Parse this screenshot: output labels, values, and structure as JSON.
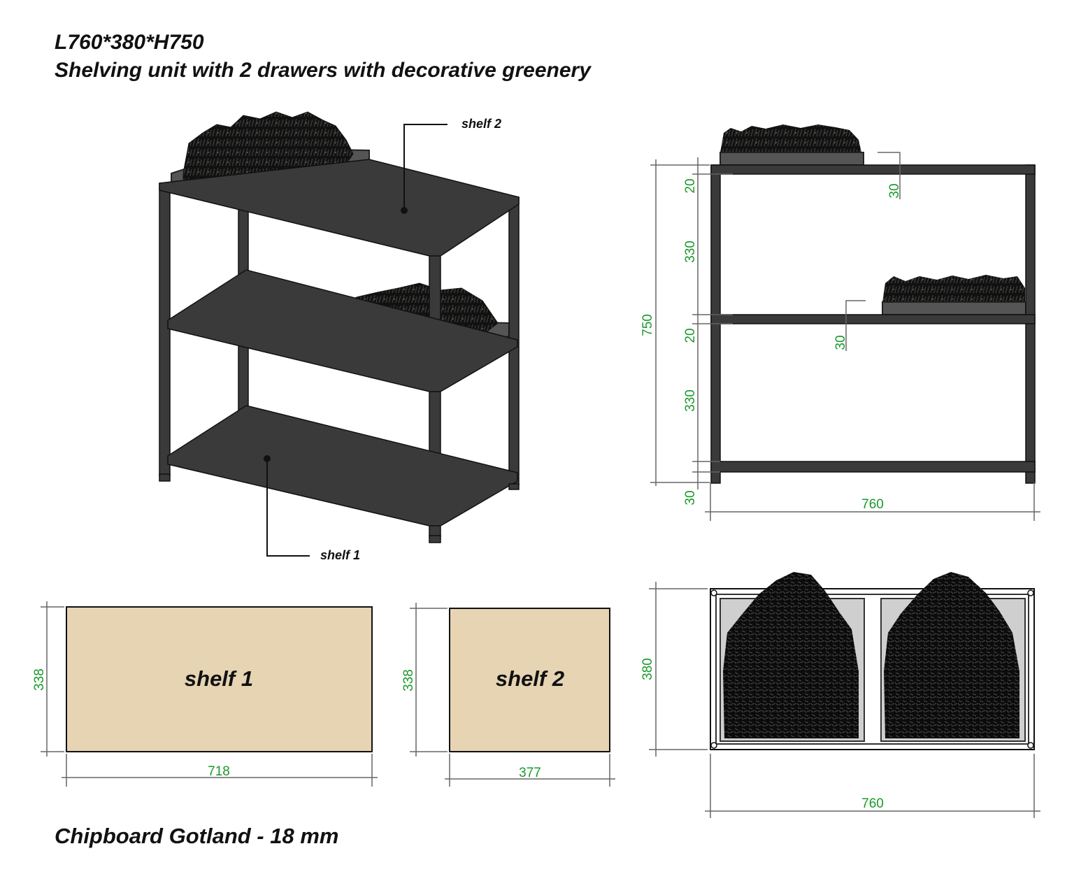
{
  "header": {
    "dimensions": "L760*380*H750",
    "description": "Shelving unit with 2 drawers with decorative greenery"
  },
  "callouts": {
    "shelf2": "shelf 2",
    "shelf1": "shelf 1"
  },
  "front_view": {
    "overall_height": "750",
    "seg_top_gap": "20",
    "seg_upper": "330",
    "seg_mid_gap": "20",
    "seg_lower": "330",
    "seg_bottom": "30",
    "tray_offset_top": "30",
    "tray_offset_mid": "30",
    "width": "760"
  },
  "panels": [
    {
      "label": "shelf 1",
      "height": "338",
      "width": "718"
    },
    {
      "label": "shelf 2",
      "height": "338",
      "width": "377"
    }
  ],
  "top_view": {
    "depth": "380",
    "width": "760"
  },
  "footer": "Chipboard Gotland - 18 mm",
  "colors": {
    "chipboard": "#e6d4b3",
    "frame": "#333333",
    "dimension": "#1a9a2a"
  }
}
